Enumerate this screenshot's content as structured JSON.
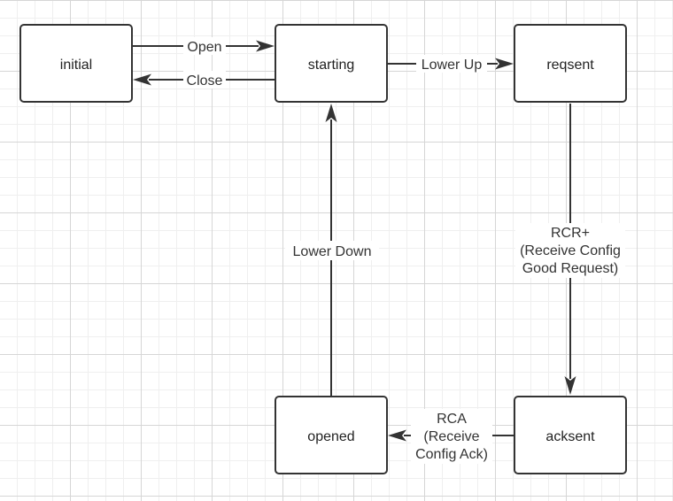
{
  "nodes": {
    "initial": "initial",
    "starting": "starting",
    "reqsent": "reqsent",
    "opened": "opened",
    "acksent": "acksent"
  },
  "edges": {
    "open": "Open",
    "close": "Close",
    "lower_up": "Lower Up",
    "lower_down": "Lower Down",
    "rcr_line1": "RCR+",
    "rcr_line2": "(Receive Config",
    "rcr_line3": "Good Request)",
    "rca_line1": "RCA",
    "rca_line2": "(Receive",
    "rca_line3": "Config Ack)"
  },
  "colors": {
    "stroke": "#333333",
    "node_fill": "#ffffff",
    "grid_major": "#d6d6d6",
    "grid_minor": "#efefef"
  }
}
